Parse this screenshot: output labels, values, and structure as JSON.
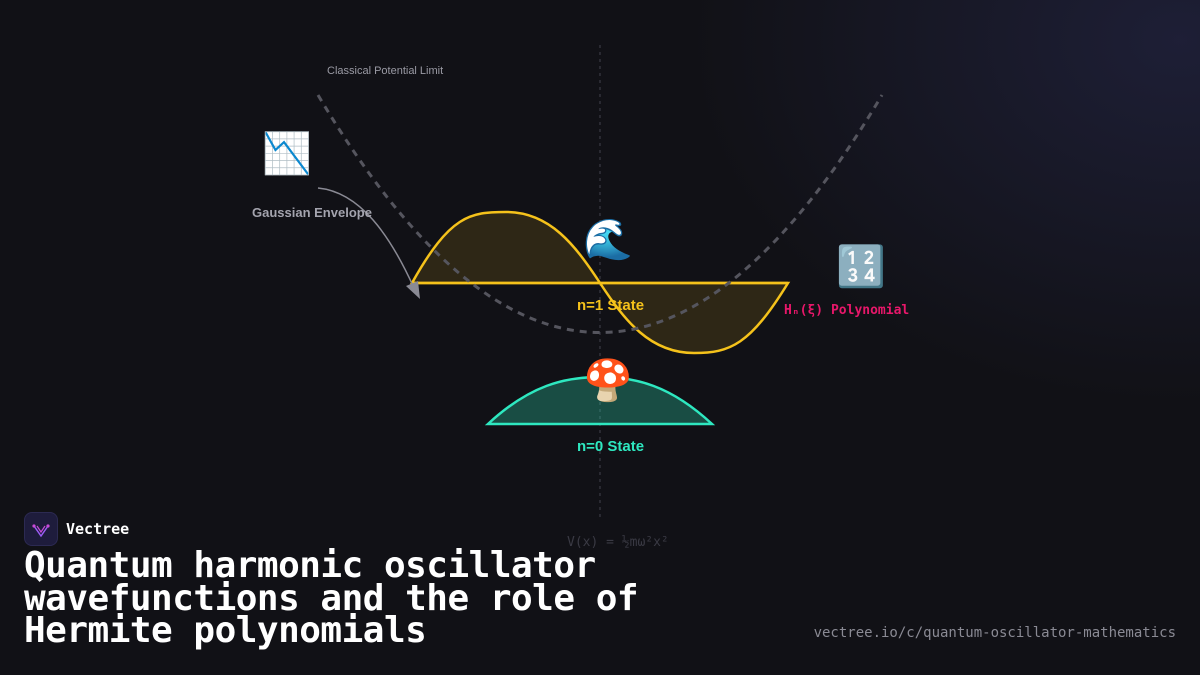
{
  "diagram": {
    "limit_label": "Classical Potential Limit",
    "envelope_label": "Gaussian Envelope",
    "n1_label": "n=1 State",
    "n0_label": "n=0 State",
    "hermite_label": "Hₙ(ξ) Polynomial",
    "potential_label": "V(x) = ½mω²x²",
    "icons": {
      "envelope": "📉",
      "wave": "🌊",
      "numbers": "🔢",
      "ground": "🍄"
    },
    "colors": {
      "n1": "#f5c21b",
      "n0": "#2ee8c0",
      "hermite": "#e8176a",
      "potential": "#55555e"
    }
  },
  "brand": {
    "name": "Vectree"
  },
  "title": "Quantum harmonic oscillator wavefunctions and the role of Hermite polynomials",
  "url": "vectree.io/c/quantum-oscillator-mathematics"
}
